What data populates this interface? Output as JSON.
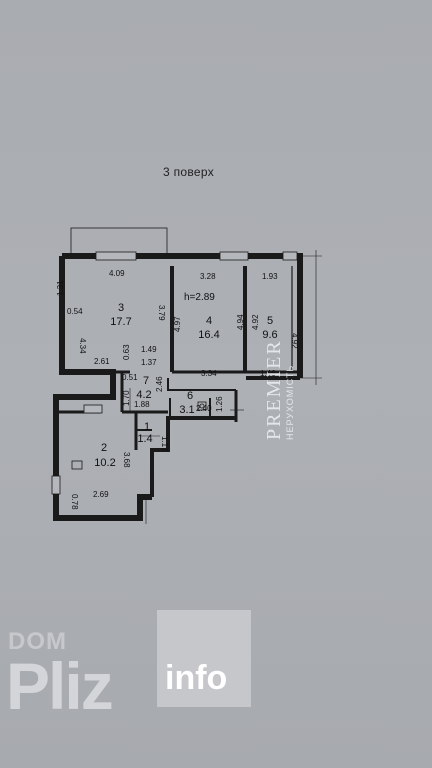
{
  "floor_title": "3 поверх",
  "ceiling_height": "h=2.89",
  "rooms": [
    {
      "id": "3",
      "area": "17.7"
    },
    {
      "id": "4",
      "area": "16.4"
    },
    {
      "id": "5",
      "area": "9.6"
    },
    {
      "id": "7",
      "area": "4.2"
    },
    {
      "id": "6",
      "area": "3.1"
    },
    {
      "id": "1",
      "area": "1.4"
    },
    {
      "id": "2",
      "area": "10.2"
    }
  ],
  "dimensions": {
    "d409": "4.09",
    "d328": "3.28",
    "d193": "1.93",
    "d131": "1.31",
    "d054": "0.54",
    "d434": "4.34",
    "d379": "3.79",
    "d497": "4.97",
    "d494": "4.94",
    "d492a": "4.92",
    "d492b": "4.92",
    "d261": "2.61",
    "d063": "0.63",
    "d149": "1.49",
    "d137": "1.37",
    "d334": "3.34",
    "d146": "1.46",
    "d051": "0.51",
    "d246": "2.46",
    "d170": "1.70",
    "d188": "1.88",
    "d240": "2.40",
    "d126": "1.26",
    "d117": "1.17",
    "d368": "3.68",
    "d078": "0.78",
    "d269": "2.69"
  },
  "watermarks": {
    "premier": "PREMIER",
    "premier_sub": "НЕРУХОМІСТЬ",
    "dom": "DOM",
    "pliz": "Pliz",
    "info": "info"
  }
}
